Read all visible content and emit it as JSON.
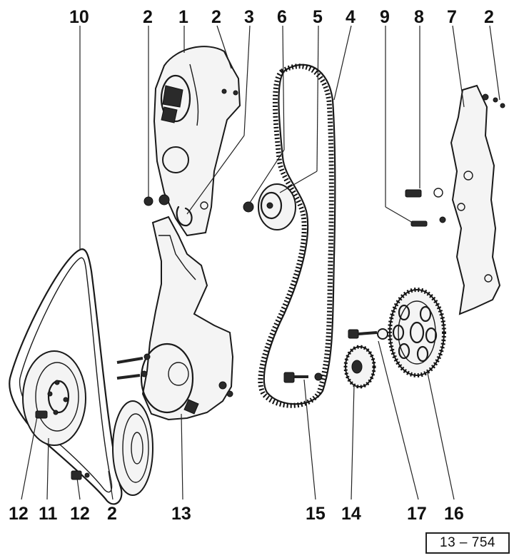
{
  "callouts": {
    "c10": "10",
    "c2a": "2",
    "c1": "1",
    "c2b": "2",
    "c3": "3",
    "c6": "6",
    "c5": "5",
    "c4": "4",
    "c9": "9",
    "c8": "8",
    "c7": "7",
    "c2c": "2",
    "c12a": "12",
    "c11": "11",
    "c12b": "12",
    "c2d": "2",
    "c13": "13",
    "c15": "15",
    "c14": "14",
    "c17": "17",
    "c16": "16"
  },
  "reference": "13 – 754"
}
